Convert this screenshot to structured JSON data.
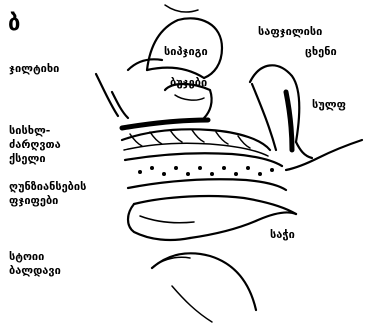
{
  "figure": {
    "letter": "ბ",
    "labels": {
      "top_center": "სიპჯიგი",
      "top_right": "საფჯილისი",
      "left_1": "ჯილტიხი",
      "center": "ბუჯები",
      "right_1": "ცხენი",
      "right_2": "სულფ",
      "left_2a": "სისხლ-",
      "left_2b": "ძარღვთა",
      "left_2c": "ქსელი",
      "left_3a": "ღუნზიანსების",
      "left_3b": "ფჯიფები",
      "bottom_right": "საჭი",
      "bottom_left_a": "სტოიი",
      "bottom_left_b": "ბალდავი"
    }
  }
}
